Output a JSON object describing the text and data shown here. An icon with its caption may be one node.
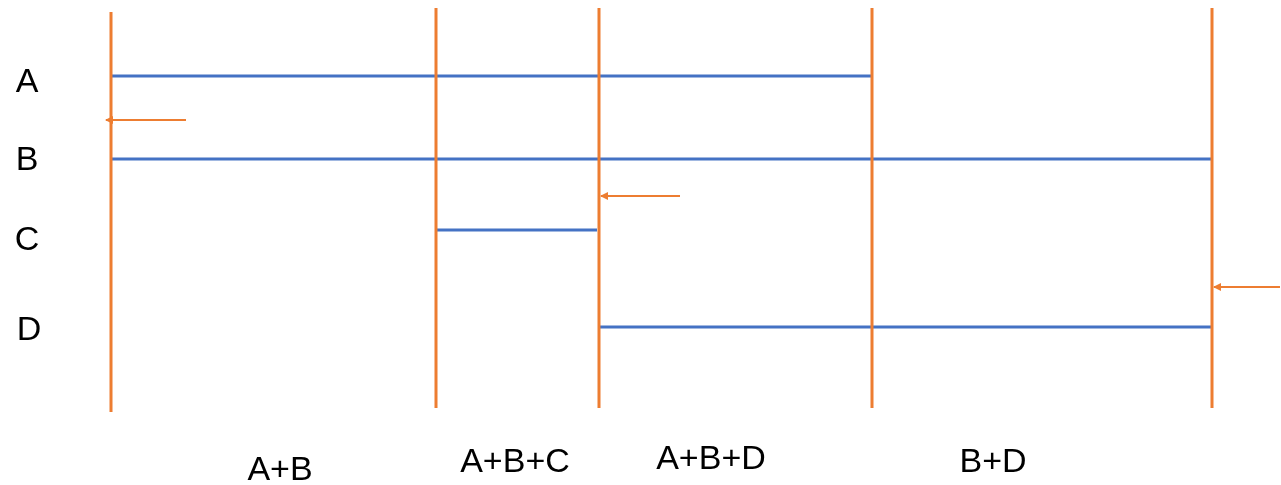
{
  "diagram": {
    "labels": [
      "A",
      "B",
      "C",
      "D",
      "A+B",
      "A+B+C",
      "A+B+D",
      "B+D"
    ]
  }
}
